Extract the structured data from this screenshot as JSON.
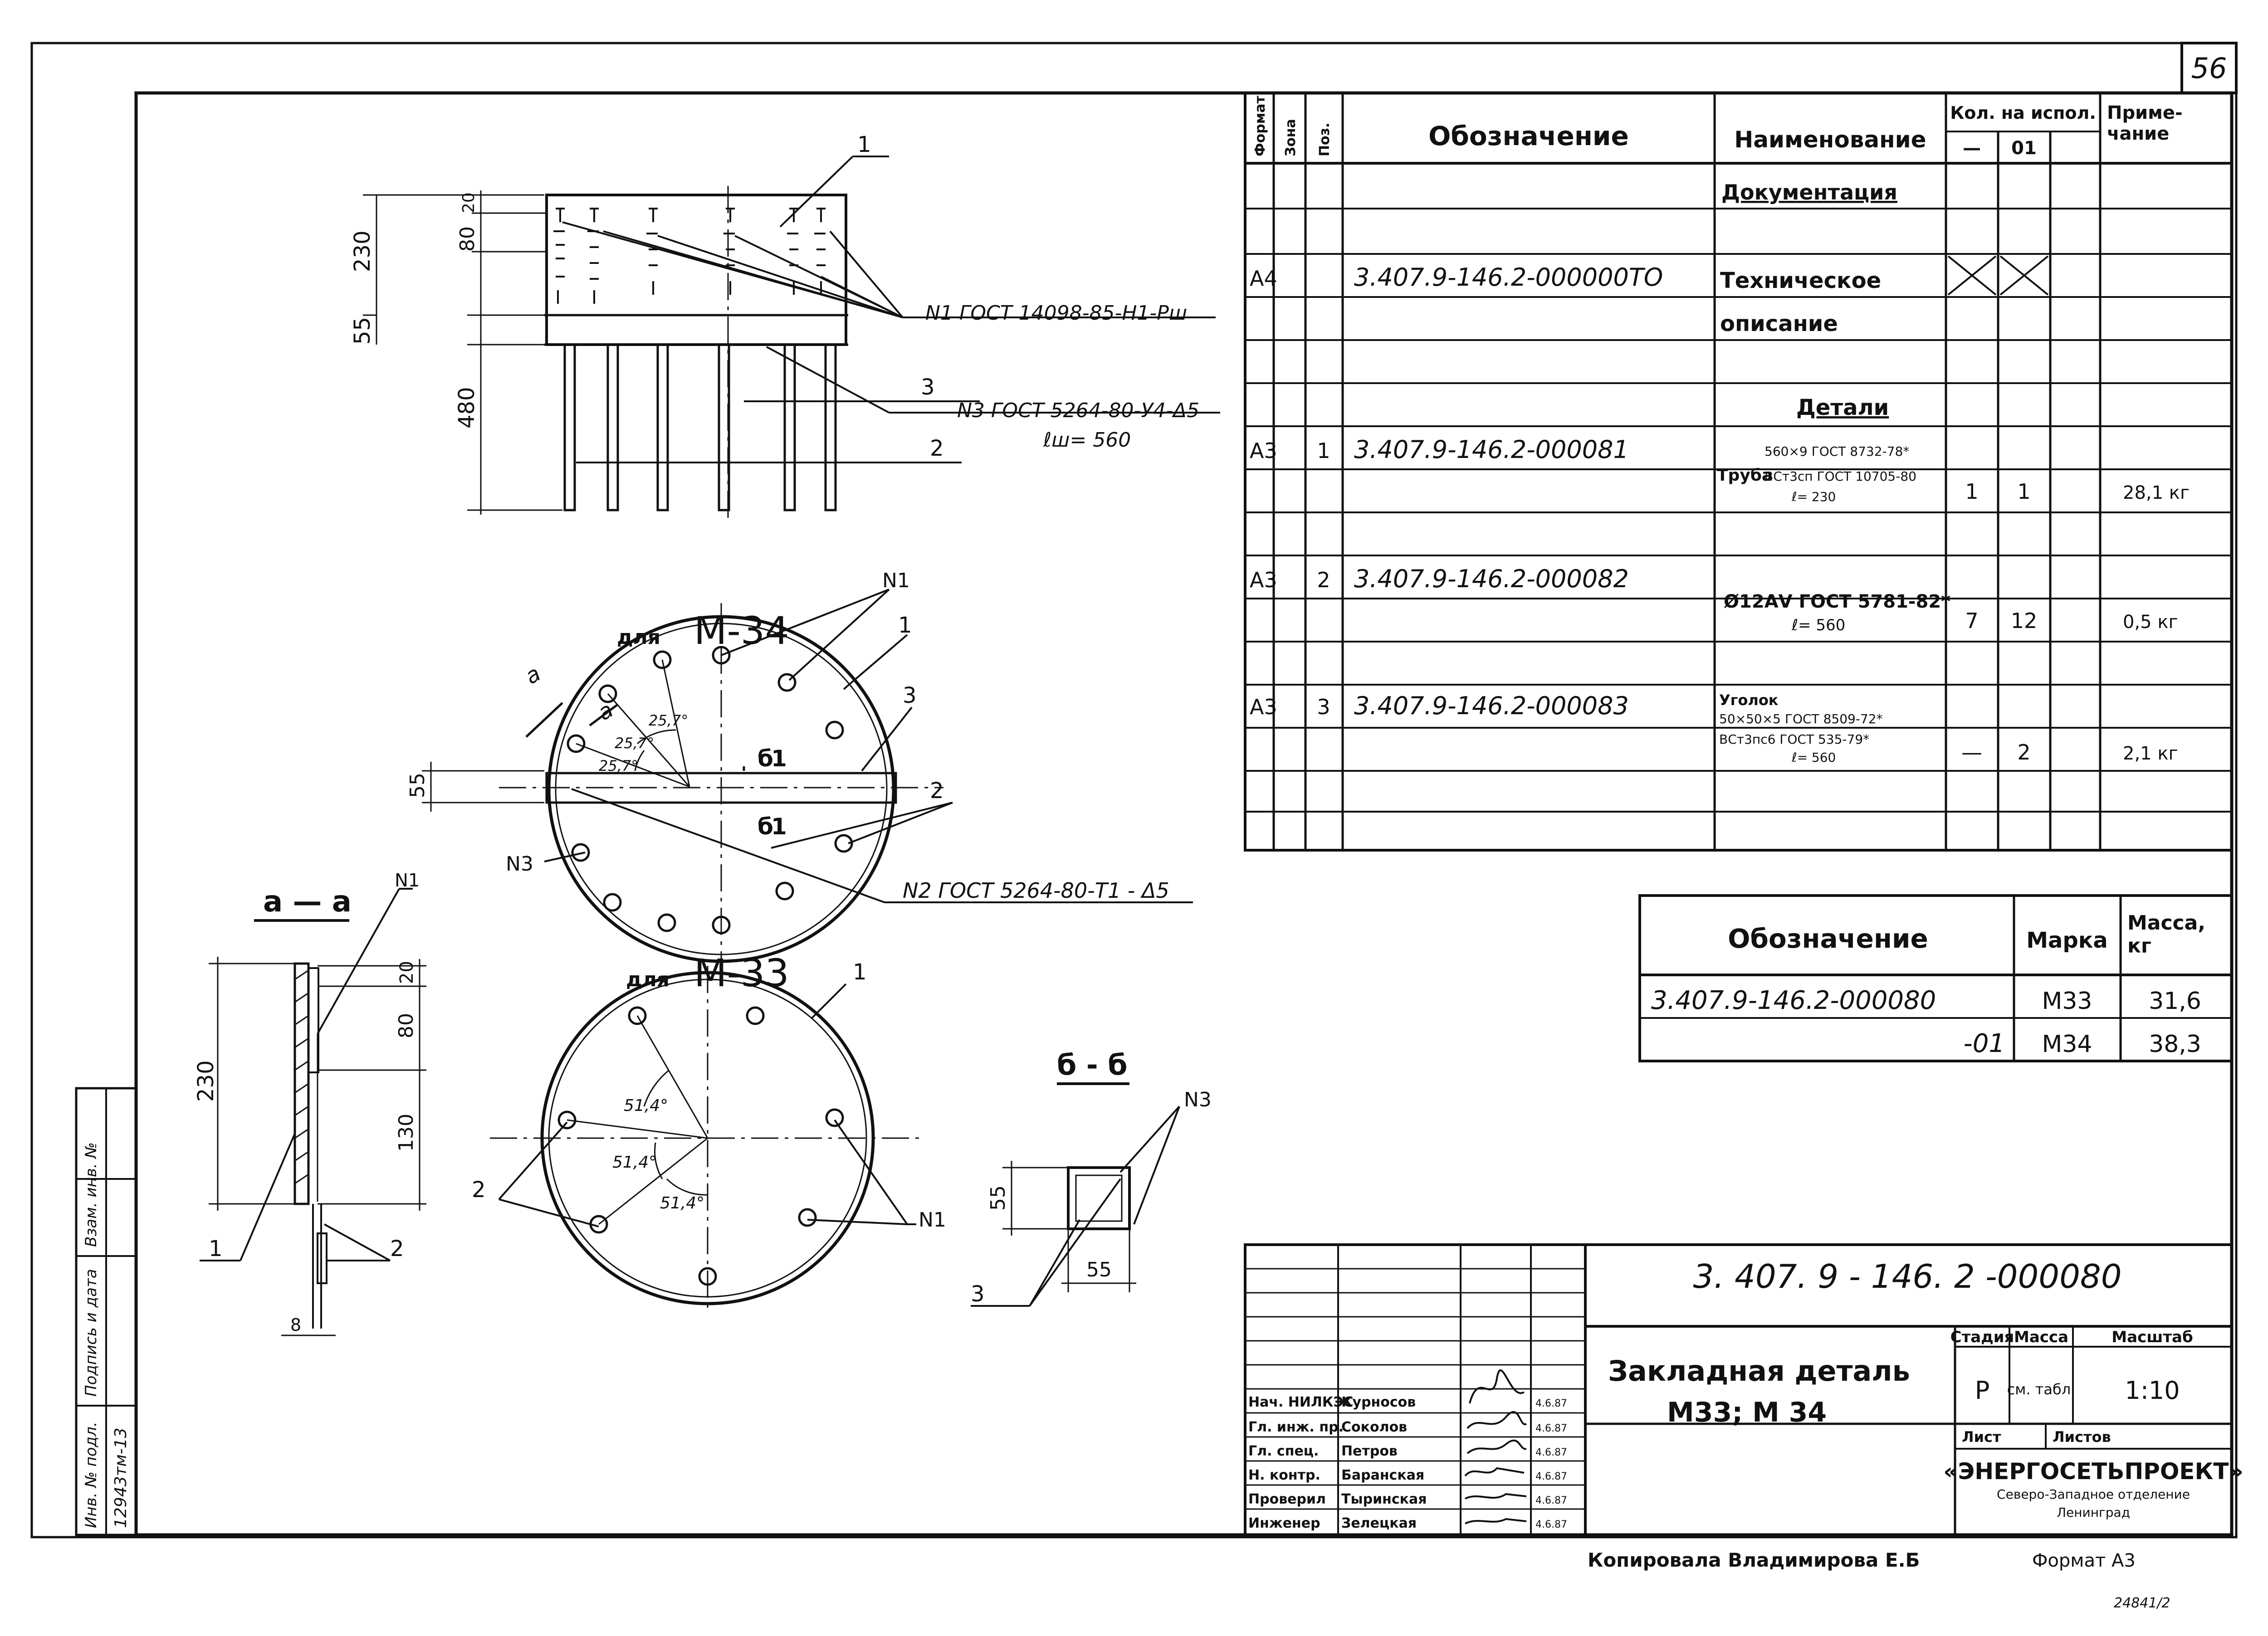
{
  "sheet_number": "56",
  "spec_table": {
    "headers": {
      "format": "Формат",
      "zone": "Зона",
      "pos": "Поз.",
      "designation": "Обозначение",
      "name": "Наименование",
      "qty": "Кол. на испол.",
      "qty_col1": "—",
      "qty_col2": "01",
      "note": "Приме-\nчание"
    },
    "section_docs": "Документация",
    "doc_row": {
      "format": "А4",
      "designation": "3.407.9-146.2-000000ТО",
      "name_line1": "Техническое",
      "name_line2": "описание"
    },
    "section_parts": "Детали",
    "rows": [
      {
        "format": "А3",
        "pos": "1",
        "designation": "3.407.9-146.2-000081",
        "name_main": "Труба",
        "name_line1": "560×9 ГОСТ 8732-78*",
        "name_line2": "ВСт3сп ГОСТ 10705-80",
        "name_line3": "ℓ= 230",
        "qty1": "1",
        "qty2": "1",
        "note": "28,1 кг"
      },
      {
        "format": "А3",
        "pos": "2",
        "designation": "3.407.9-146.2-000082",
        "name_main": "Ø12АⅤ ГОСТ 5781-82*",
        "name_line1": "ℓ= 560",
        "qty1": "7",
        "qty2": "12",
        "note": "0,5 кг"
      },
      {
        "format": "А3",
        "pos": "3",
        "designation": "3.407.9-146.2-000083",
        "name_main": "Уголок",
        "name_line1": "50×50×5 ГОСТ 8509-72*",
        "name_line2": "ВСт3пс6 ГОСТ 535-79*",
        "name_line3": "ℓ= 560",
        "qty1": "—",
        "qty2": "2",
        "note": "2,1 кг"
      }
    ]
  },
  "mass_table": {
    "headers": {
      "designation": "Обозначение",
      "mark": "Марка",
      "mass": "Масса,\nкг"
    },
    "rows": [
      {
        "designation": "3.407.9-146.2-000080",
        "mark": "М33",
        "mass": "31,6"
      },
      {
        "designation": "-01",
        "mark": "М34",
        "mass": "38,3"
      }
    ]
  },
  "title_block": {
    "doc_number": "3. 407. 9 - 146. 2 -000080",
    "title_line1": "Закладная деталь",
    "title_line2": "М33; М 34",
    "stage_label": "Стадия",
    "mass_label": "Масса",
    "scale_label": "Масштаб",
    "stage": "Р",
    "mass": "см. табл.",
    "scale": "1:10",
    "sheet_label": "Лист",
    "sheets_label": "Листов",
    "org": "«ЭНЕРГОСЕТЬПРОЕКТ»",
    "org_sub1": "Северо-Западное отделение",
    "org_sub2": "Ленинград",
    "roles": [
      {
        "role": "Нач. НИЛКЭС",
        "name": "Курносов",
        "date": "4.6.87"
      },
      {
        "role": "Гл. инж. пр.",
        "name": "Соколов",
        "date": "4.6.87"
      },
      {
        "role": "Гл. спец.",
        "name": "Петров",
        "date": "4.6.87"
      },
      {
        "role": "Н. контр.",
        "name": "Баранская",
        "date": "4.6.87"
      },
      {
        "role": "Проверил",
        "name": "Тыринская",
        "date": "4.6.87"
      },
      {
        "role": "Инженер",
        "name": "Зелецкая",
        "date": "4.6.87"
      }
    ],
    "copied_by": "Копировала  Владимирова  Е.Б",
    "format": "Формат А3",
    "inv_code": "24841/2"
  },
  "side_stamp": {
    "inv_label": "Инв. № подл.",
    "inv_value": "12943тм-13",
    "sign_label": "Подпись и дата",
    "replace_label": "Взам. инв. №"
  },
  "drawing": {
    "top_view_dims": {
      "total_230": "230",
      "top_80": "80",
      "top_20": "20",
      "band_55": "55",
      "rod_480": "480"
    },
    "callouts": {
      "pos1": "1",
      "pos2": "2",
      "pos3": "3",
      "weld1": "N1 ГОСТ 14098-85-Н1-Рш",
      "weld3": "N3 ГОСТ 5264-80-У4-Δ5",
      "weld3_len": "ℓш= 560",
      "weld2": "N2 ГОСТ 5264-80-Т1 - Δ5",
      "n1": "N1",
      "n3": "N3"
    },
    "m34": {
      "label_prefix": "для",
      "label": "М-34",
      "angle1": "25,7°",
      "angle2": "25,7°",
      "angle3": "25,7°",
      "section_b": "б",
      "dim_55": "55",
      "cut": "а"
    },
    "m33": {
      "label_prefix": "для",
      "label": "М-33",
      "angle1": "51,4°",
      "angle2": "51,4°",
      "angle3": "51,4°"
    },
    "section_aa": {
      "title": "а — а",
      "dim_230": "230",
      "dim_20": "20",
      "dim_80": "80",
      "dim_130": "130",
      "dim_8": "8"
    },
    "section_bb": {
      "title": "б - б",
      "dim_55v": "55",
      "dim_55h": "55"
    }
  }
}
